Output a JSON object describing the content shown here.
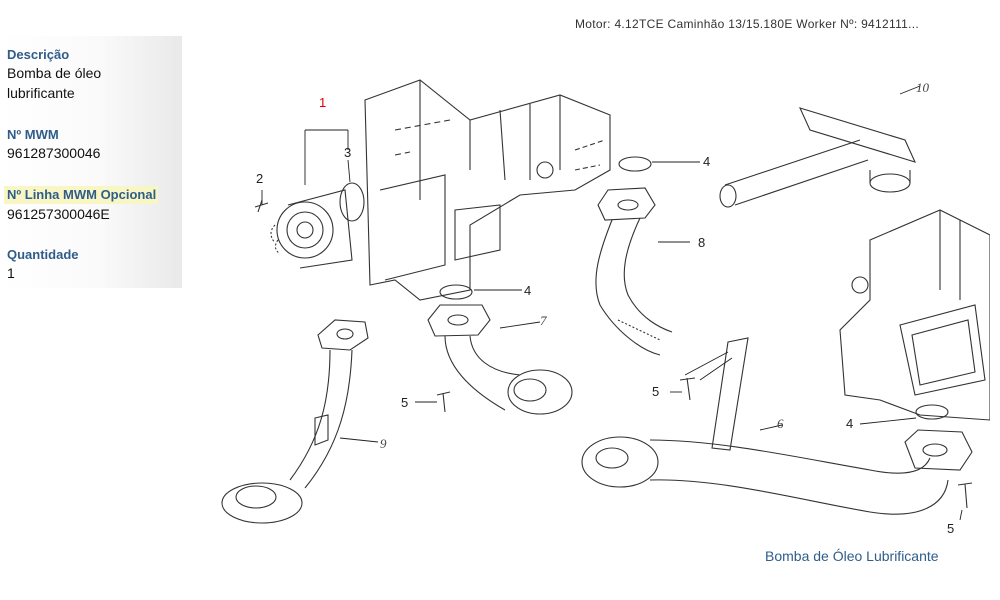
{
  "header": {
    "motor_info": "Motor: 4.12TCE Caminhão 13/15.180E Worker    Nº: 9412111..."
  },
  "sidebar": {
    "descricao": {
      "label": "Descrição",
      "value": "Bomba de óleo lubrificante"
    },
    "mwm": {
      "label": "Nº MWM",
      "value": "961287300046"
    },
    "linha_opcional": {
      "label": "Nº Linha MWM Opcional",
      "value": "961257300046E"
    },
    "quantidade": {
      "label": "Quantidade",
      "value": "1"
    }
  },
  "diagram": {
    "callouts": [
      "1",
      "2",
      "3",
      "4",
      "4",
      "4",
      "5",
      "5",
      "5",
      "6",
      "7",
      "8",
      "9",
      "10"
    ]
  },
  "caption": "Bomba de Óleo Lubrificante",
  "colors": {
    "label_blue": "#2f5d8a",
    "highlight": "#f8f6c4",
    "callout_red": "#dd0000"
  }
}
